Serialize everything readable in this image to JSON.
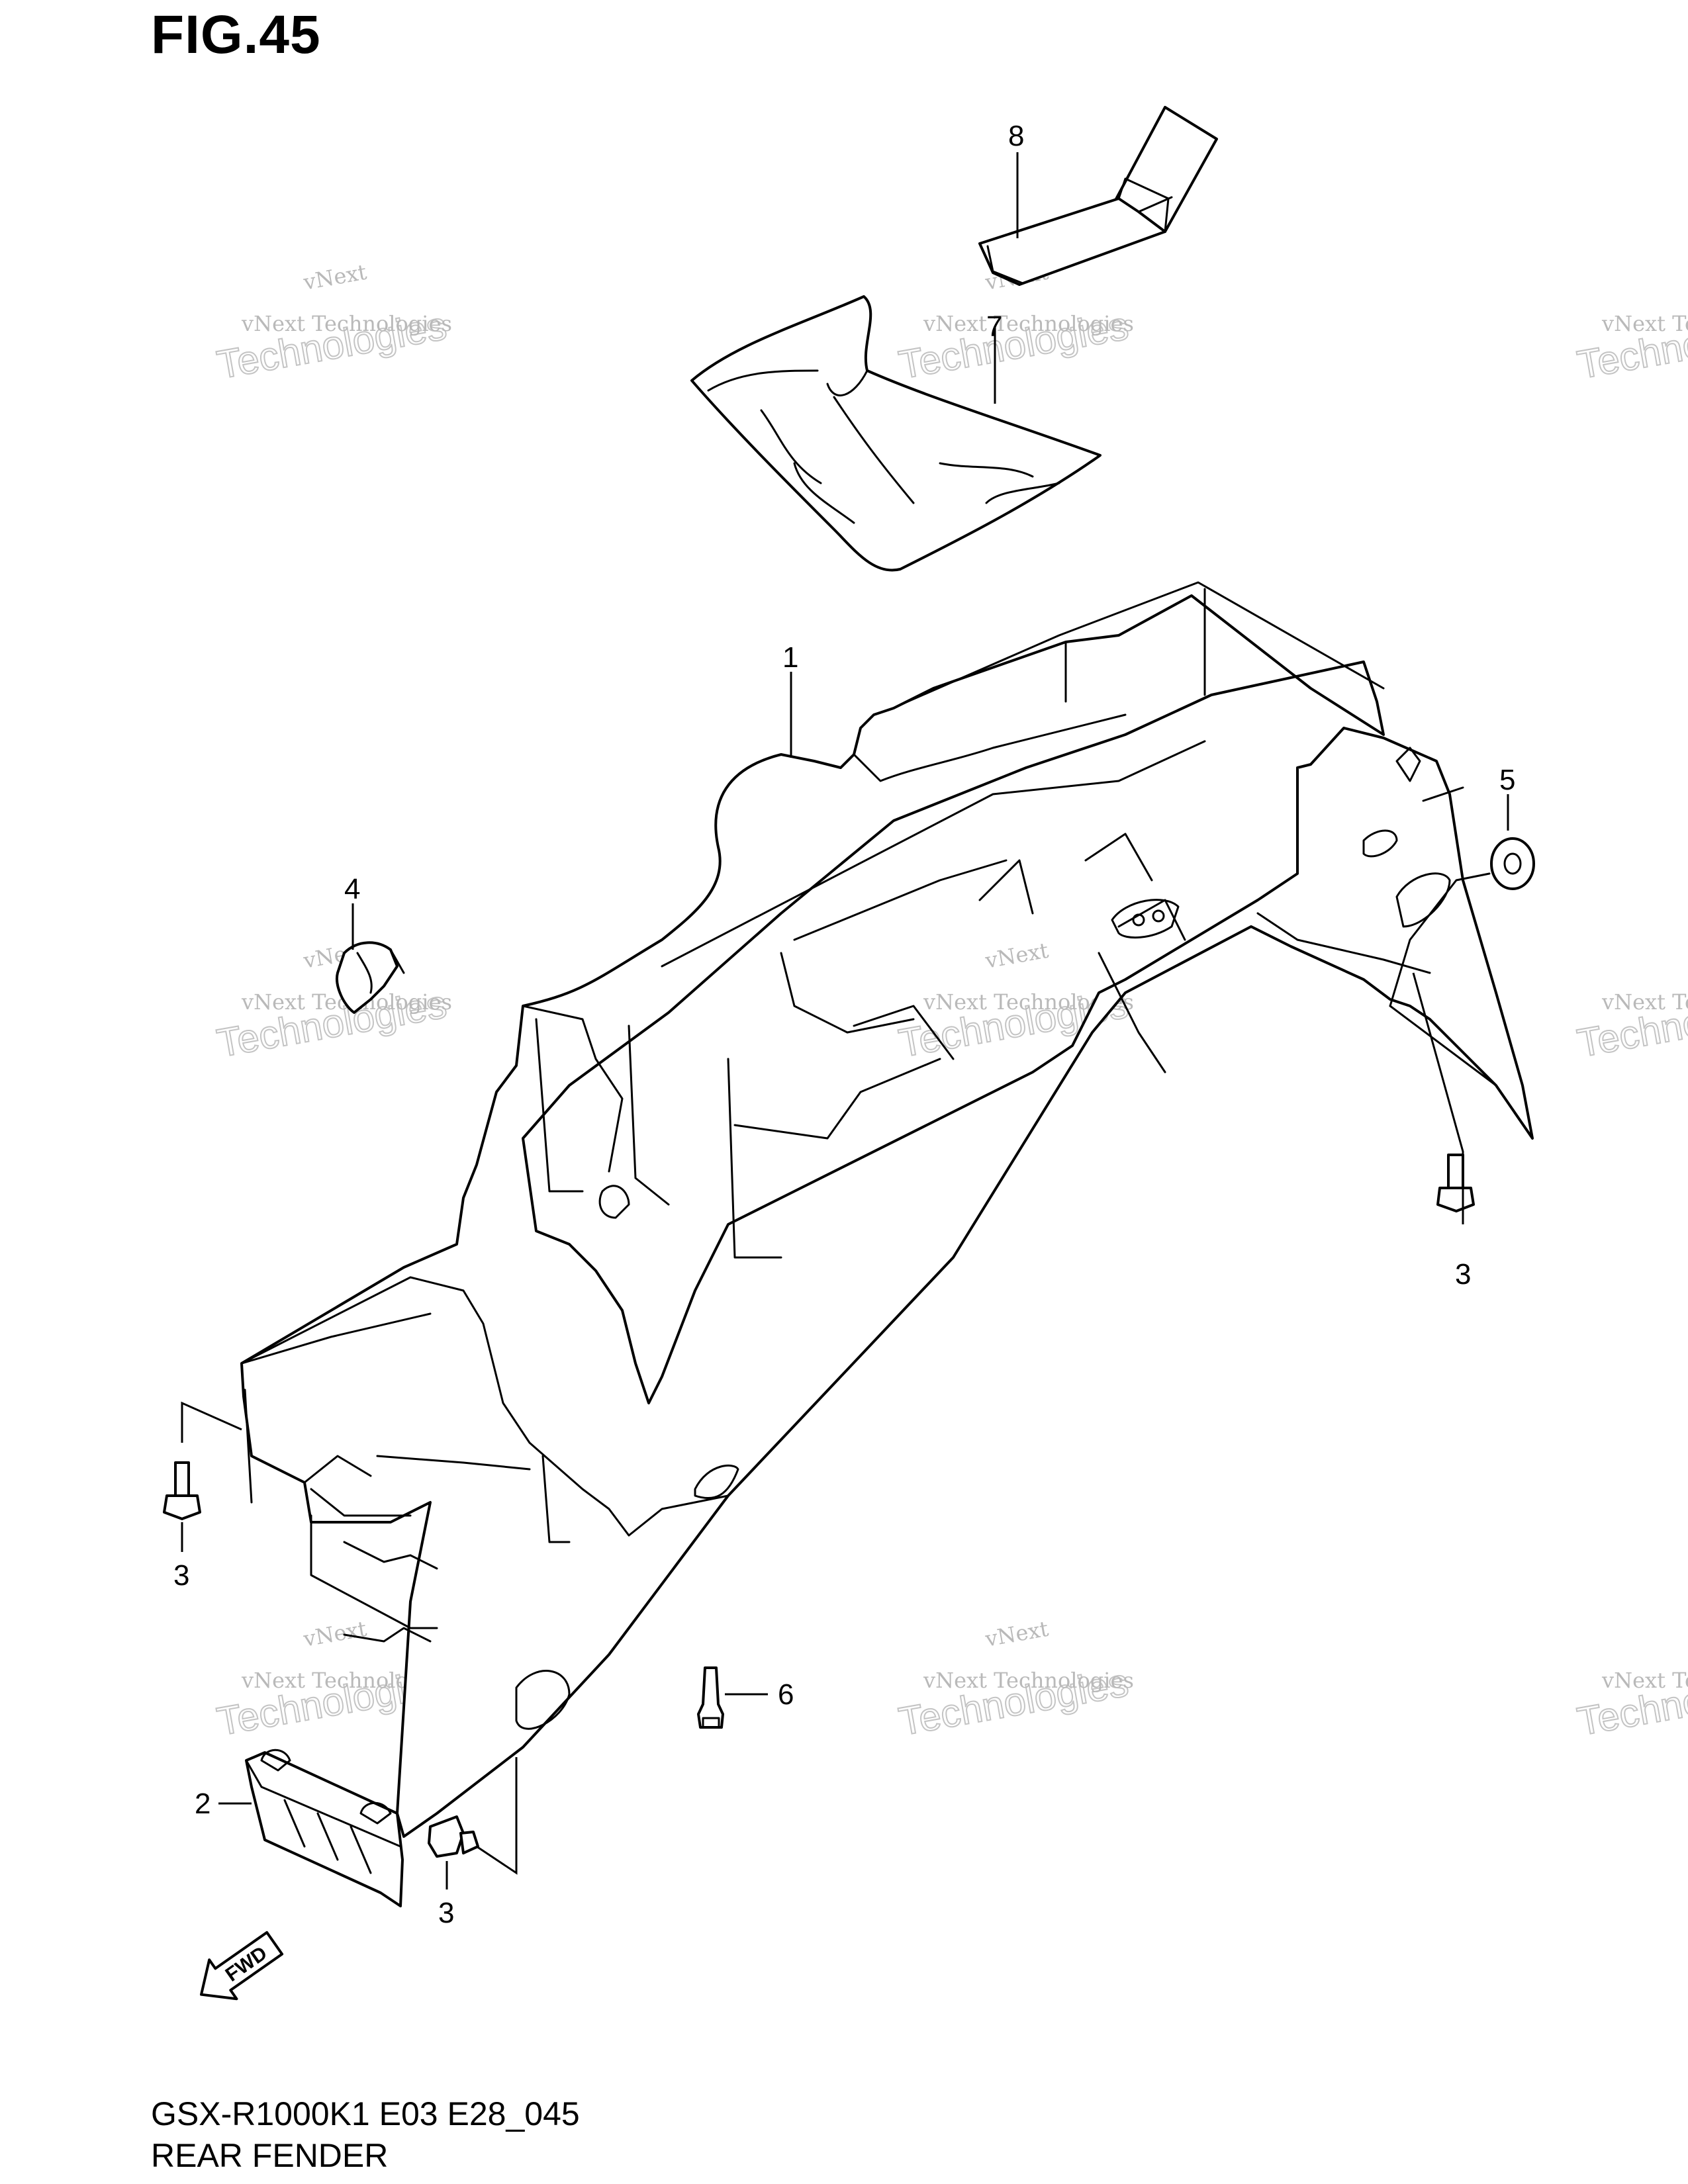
{
  "figure": {
    "title": "FIG.45"
  },
  "footer": {
    "model_code": "GSX-R1000K1 E03 E28_045",
    "section_name": "REAR FENDER"
  },
  "callouts": [
    {
      "id": "c1",
      "label": "1"
    },
    {
      "id": "c2",
      "label": "2"
    },
    {
      "id": "c3a",
      "label": "3"
    },
    {
      "id": "c3b",
      "label": "3"
    },
    {
      "id": "c3c",
      "label": "3"
    },
    {
      "id": "c4",
      "label": "4"
    },
    {
      "id": "c5",
      "label": "5"
    },
    {
      "id": "c6",
      "label": "6"
    },
    {
      "id": "c7",
      "label": "7"
    },
    {
      "id": "c8",
      "label": "8"
    }
  ],
  "direction_marker": {
    "label": "FWD"
  },
  "watermark": {
    "line1": "vNext Technologies",
    "line2": "Technologies",
    "line3": "vNext"
  }
}
